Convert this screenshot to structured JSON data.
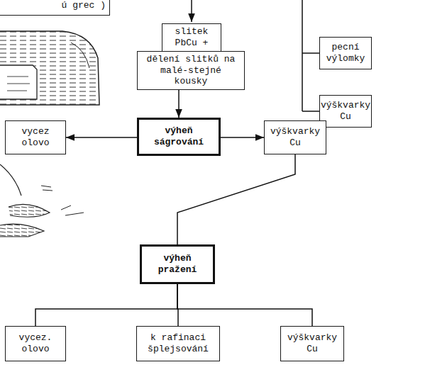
{
  "diagram": {
    "nodes": [
      {
        "text": [
          "ú grec )"
        ]
      },
      {
        "text": [
          "slitek PbCu +"
        ]
      },
      {
        "text": [
          "dělení slitků na malé-stejné kousky"
        ]
      },
      {
        "text": [
          "pecní výlomky"
        ]
      },
      {
        "text": [
          "výškvarky Cu"
        ]
      },
      {
        "text": [
          "vycez olovo"
        ]
      },
      {
        "text": [
          "výheň ságrování"
        ]
      },
      {
        "text": [
          "výškvarky Cu"
        ]
      },
      {
        "text": [
          "výheň pražení"
        ]
      },
      {
        "text": [
          "vycez. olovo"
        ]
      },
      {
        "text": [
          "k rafinaci šplejsování"
        ]
      },
      {
        "text": [
          "výškvarky Cu"
        ]
      }
    ],
    "edges": [
      {
        "from": 2,
        "to": 6,
        "arrow": "to"
      },
      {
        "from": 6,
        "to": 5,
        "arrow": "to"
      },
      {
        "from": 6,
        "to": 7,
        "arrow": "to"
      },
      {
        "from": 7,
        "to": 8,
        "arrow": "none"
      },
      {
        "from": 8,
        "to": 9,
        "arrow": "none"
      },
      {
        "from": 8,
        "to": 10,
        "arrow": "none"
      },
      {
        "from": 8,
        "to": 11,
        "arrow": "none"
      }
    ]
  }
}
